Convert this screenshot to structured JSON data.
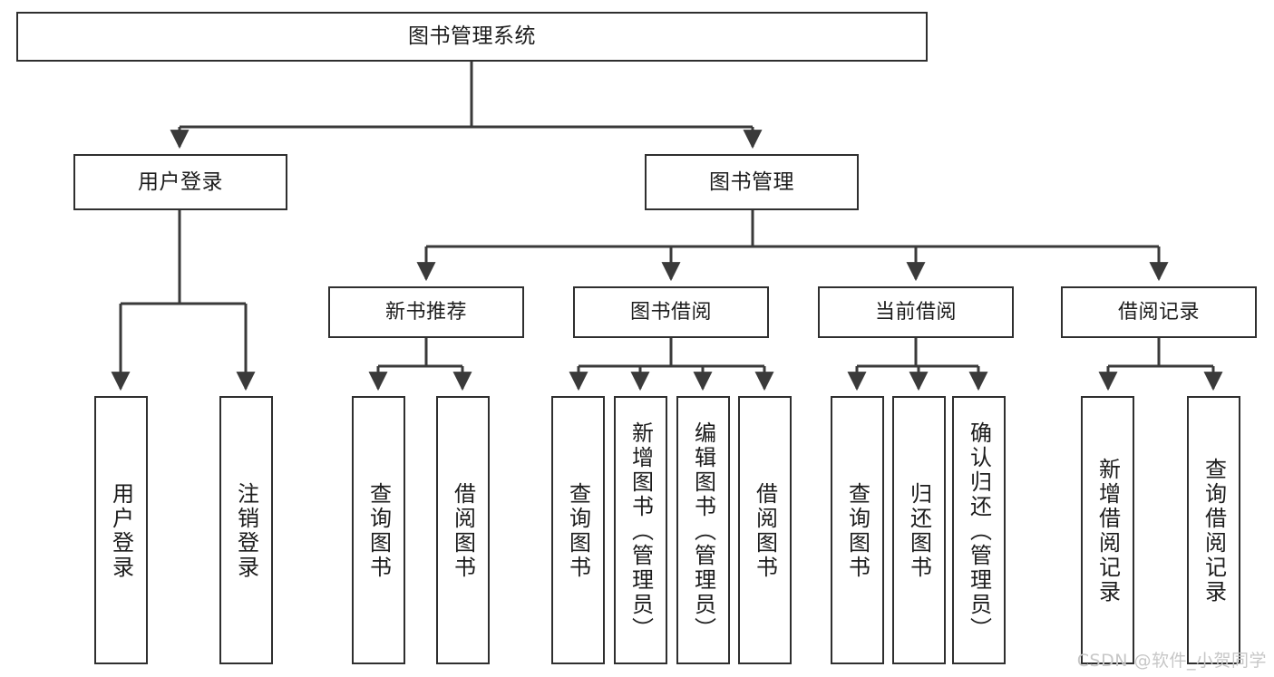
{
  "diagram": {
    "type": "tree",
    "title": "图书管理系统",
    "watermark": "CSDN @软件_小贺同学",
    "colors": {
      "box_border": "#2f2f2f",
      "box_fill": "#ffffff",
      "edge": "#3a3a3a",
      "text": "#1c1c1c",
      "watermark": "#c7c7c7"
    },
    "nodes": {
      "root": {
        "label": "图书管理系统"
      },
      "level2": [
        {
          "id": "user-login",
          "label": "用户登录"
        },
        {
          "id": "book-manage",
          "label": "图书管理"
        }
      ],
      "level3": [
        {
          "id": "new-book-rec",
          "label": "新书推荐"
        },
        {
          "id": "book-borrow",
          "label": "图书借阅"
        },
        {
          "id": "current-borrow",
          "label": "当前借阅"
        },
        {
          "id": "borrow-record",
          "label": "借阅记录"
        }
      ],
      "leaves": {
        "user-login": [
          {
            "id": "leaf-user-login",
            "label": "用户登录"
          },
          {
            "id": "leaf-logout",
            "label": "注销登录"
          }
        ],
        "new-book-rec": [
          {
            "id": "leaf-query-book-1",
            "label": "查询图书"
          },
          {
            "id": "leaf-borrow-book-1",
            "label": "借阅图书"
          }
        ],
        "book-borrow": [
          {
            "id": "leaf-query-book-2",
            "label": "查询图书"
          },
          {
            "id": "leaf-add-book",
            "label": "新增图书（管理员）"
          },
          {
            "id": "leaf-edit-book",
            "label": "编辑图书（管理员）"
          },
          {
            "id": "leaf-borrow-book-2",
            "label": "借阅图书"
          }
        ],
        "current-borrow": [
          {
            "id": "leaf-query-book-3",
            "label": "查询图书"
          },
          {
            "id": "leaf-return-book",
            "label": "归还图书"
          },
          {
            "id": "leaf-confirm-return",
            "label": "确认归还（管理员）"
          }
        ],
        "borrow-record": [
          {
            "id": "leaf-add-record",
            "label": "新增借阅记录"
          },
          {
            "id": "leaf-query-record",
            "label": "查询借阅记录"
          }
        ]
      }
    }
  }
}
